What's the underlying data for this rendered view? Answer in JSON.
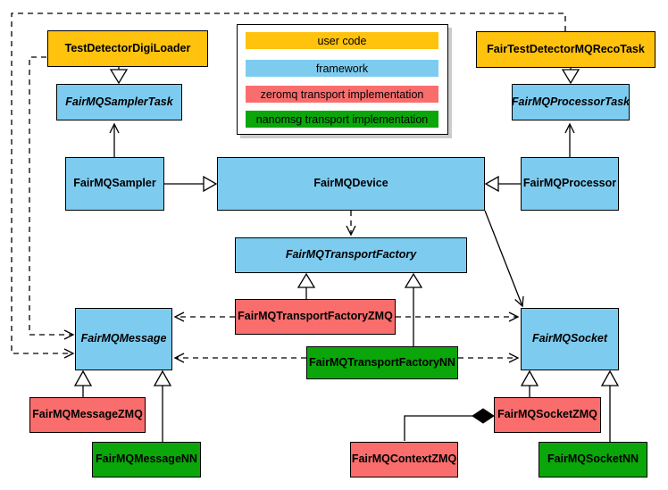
{
  "colors": {
    "user_code": "#ffc20d",
    "framework": "#7dccf0",
    "zeromq": "#f96d6d",
    "nanomsg": "#0aa60a",
    "line": "#000000",
    "background": "#ffffff",
    "legend_shadow": "#cccccc"
  },
  "legend": {
    "items": [
      {
        "label": "user code",
        "color": "#ffc20d"
      },
      {
        "label": "framework",
        "color": "#7dccf0"
      },
      {
        "label": "zeromq transport implementation",
        "color": "#f96d6d"
      },
      {
        "label": "nanomsg transport implementation",
        "color": "#0aa60a"
      }
    ]
  },
  "nodes": {
    "testDetectorDigiLoader": {
      "label": "TestDetectorDigiLoader",
      "category": "user_code",
      "abstract": false
    },
    "fairTestDetectorMQRecoTask": {
      "label": "FairTestDetectorMQRecoTask",
      "category": "user_code",
      "abstract": false
    },
    "fairMQSamplerTask": {
      "label": "FairMQSamplerTask",
      "category": "framework",
      "abstract": true
    },
    "fairMQProcessorTask": {
      "label": "FairMQProcessorTask",
      "category": "framework",
      "abstract": true
    },
    "fairMQSampler": {
      "label": "FairMQSampler",
      "category": "framework",
      "abstract": false
    },
    "fairMQDevice": {
      "label": "FairMQDevice",
      "category": "framework",
      "abstract": false
    },
    "fairMQProcessor": {
      "label": "FairMQProcessor",
      "category": "framework",
      "abstract": false
    },
    "fairMQTransportFactory": {
      "label": "FairMQTransportFactory",
      "category": "framework",
      "abstract": true
    },
    "fairMQTransportFactoryZMQ": {
      "label": "FairMQTransportFactoryZMQ",
      "category": "zeromq",
      "abstract": false
    },
    "fairMQTransportFactoryNN": {
      "label": "FairMQTransportFactoryNN",
      "category": "nanomsg",
      "abstract": false
    },
    "fairMQMessage": {
      "label": "FairMQMessage",
      "category": "framework",
      "abstract": true
    },
    "fairMQSocket": {
      "label": "FairMQSocket",
      "category": "framework",
      "abstract": true
    },
    "fairMQMessageZMQ": {
      "label": "FairMQMessageZMQ",
      "category": "zeromq",
      "abstract": false
    },
    "fairMQMessageNN": {
      "label": "FairMQMessageNN",
      "category": "nanomsg",
      "abstract": false
    },
    "fairMQContextZMQ": {
      "label": "FairMQContextZMQ",
      "category": "zeromq",
      "abstract": false
    },
    "fairMQSocketZMQ": {
      "label": "FairMQSocketZMQ",
      "category": "zeromq",
      "abstract": false
    },
    "fairMQSocketNN": {
      "label": "FairMQSocketNN",
      "category": "nanomsg",
      "abstract": false
    }
  },
  "edges": [
    {
      "from": "TestDetectorDigiLoader",
      "to": "FairMQSamplerTask",
      "type": "inheritance"
    },
    {
      "from": "FairTestDetectorMQRecoTask",
      "to": "FairMQProcessorTask",
      "type": "inheritance"
    },
    {
      "from": "FairMQSampler",
      "to": "FairMQDevice",
      "type": "inheritance"
    },
    {
      "from": "FairMQProcessor",
      "to": "FairMQDevice",
      "type": "inheritance"
    },
    {
      "from": "FairMQTransportFactoryZMQ",
      "to": "FairMQTransportFactory",
      "type": "inheritance"
    },
    {
      "from": "FairMQTransportFactoryNN",
      "to": "FairMQTransportFactory",
      "type": "inheritance"
    },
    {
      "from": "FairMQMessageZMQ",
      "to": "FairMQMessage",
      "type": "inheritance"
    },
    {
      "from": "FairMQMessageNN",
      "to": "FairMQMessage",
      "type": "inheritance"
    },
    {
      "from": "FairMQSocketZMQ",
      "to": "FairMQSocket",
      "type": "inheritance"
    },
    {
      "from": "FairMQSocketNN",
      "to": "FairMQSocket",
      "type": "inheritance"
    },
    {
      "from": "FairMQSampler",
      "to": "FairMQSamplerTask",
      "type": "association"
    },
    {
      "from": "FairMQProcessor",
      "to": "FairMQProcessorTask",
      "type": "association"
    },
    {
      "from": "FairMQDevice",
      "to": "FairMQSocket",
      "type": "association"
    },
    {
      "from": "FairMQDevice",
      "to": "FairMQTransportFactory",
      "type": "dependency"
    },
    {
      "from": "TestDetectorDigiLoader",
      "to": "FairMQMessage",
      "type": "dependency"
    },
    {
      "from": "FairTestDetectorMQRecoTask",
      "to": "FairMQMessage",
      "type": "dependency"
    },
    {
      "from": "FairMQTransportFactoryZMQ",
      "to": "FairMQMessage",
      "type": "dependency"
    },
    {
      "from": "FairMQTransportFactoryZMQ",
      "to": "FairMQSocket",
      "type": "dependency"
    },
    {
      "from": "FairMQTransportFactoryNN",
      "to": "FairMQMessage",
      "type": "dependency"
    },
    {
      "from": "FairMQTransportFactoryNN",
      "to": "FairMQSocket",
      "type": "dependency"
    },
    {
      "from": "FairMQSocketZMQ",
      "to": "FairMQContextZMQ",
      "type": "composition"
    }
  ]
}
